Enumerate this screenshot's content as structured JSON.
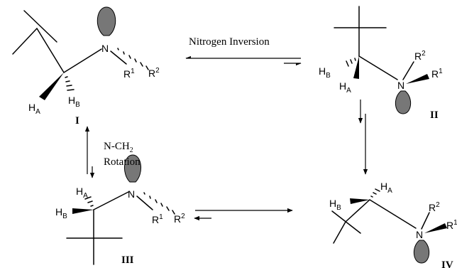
{
  "atoms": {
    "n": "N",
    "ha": "H",
    "ha_sub": "A",
    "hb": "H",
    "hb_sub": "B",
    "r1": "R",
    "r1_sup": "1",
    "r2": "R",
    "r2_sup": "2"
  },
  "structures": {
    "s1": "I",
    "s2": "II",
    "s3": "III",
    "s4": "IV"
  },
  "labels": {
    "inversion": "Nitrogen Inversion",
    "rotation_line1": "N-CH",
    "rotation_sub": "2",
    "rotation_line2": "Rotation"
  }
}
